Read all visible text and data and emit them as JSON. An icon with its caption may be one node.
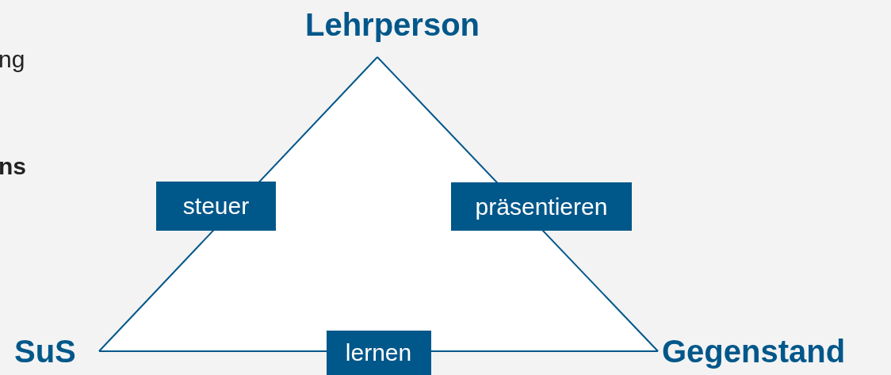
{
  "diagram": {
    "nodes": [
      {
        "text": [
          "Lehrperson"
        ]
      },
      {
        "text": [
          "SuS"
        ]
      },
      {
        "text": [
          "Gegenstand"
        ]
      }
    ],
    "edges": [
      {
        "from": 0,
        "to": 1,
        "arrow": "none",
        "label": "steuer"
      },
      {
        "from": 0,
        "to": 2,
        "arrow": "none",
        "label": "präsentieren"
      },
      {
        "from": 1,
        "to": 2,
        "arrow": "none",
        "label": "lernen"
      }
    ],
    "labels": [
      "ng",
      "ns"
    ]
  }
}
